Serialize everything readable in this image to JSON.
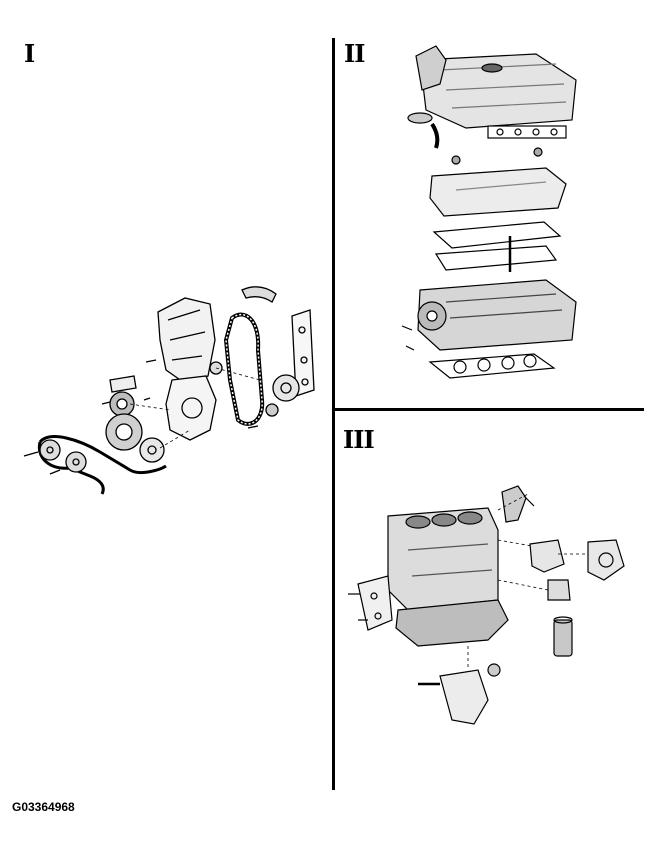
{
  "panels": [
    {
      "numeral": "I"
    },
    {
      "numeral": "II"
    },
    {
      "numeral": "III"
    }
  ],
  "figure_code": "G03364968"
}
